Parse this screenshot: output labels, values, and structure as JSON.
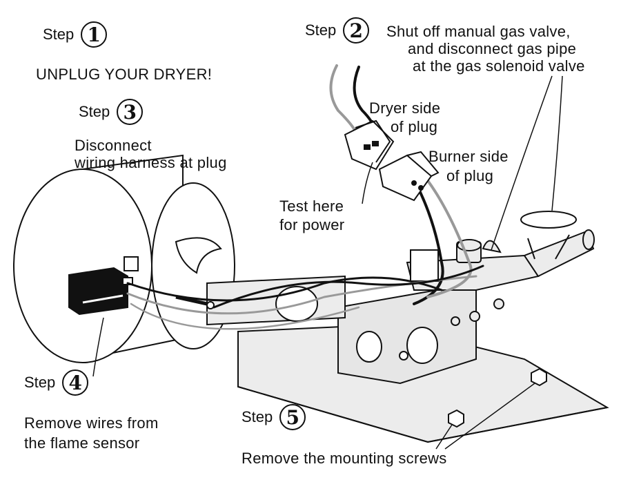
{
  "step_word": "Step",
  "steps": [
    {
      "number": "1",
      "text": [
        "UNPLUG YOUR DRYER!"
      ]
    },
    {
      "number": "2",
      "text": [
        "Shut off manual gas valve,",
        "and disconnect gas pipe",
        "at the gas solenoid valve"
      ]
    },
    {
      "number": "3",
      "text": [
        "Disconnect",
        "wiring harness at plug"
      ]
    },
    {
      "number": "4",
      "text": [
        "Remove wires from",
        "the flame sensor"
      ]
    },
    {
      "number": "5",
      "text": [
        "Remove the mounting screws"
      ]
    }
  ],
  "callouts": {
    "dryer_side": [
      "Dryer side",
      "of plug"
    ],
    "burner_side": [
      "Burner side",
      "of plug"
    ],
    "test_here": [
      "Test here",
      "for power"
    ]
  }
}
